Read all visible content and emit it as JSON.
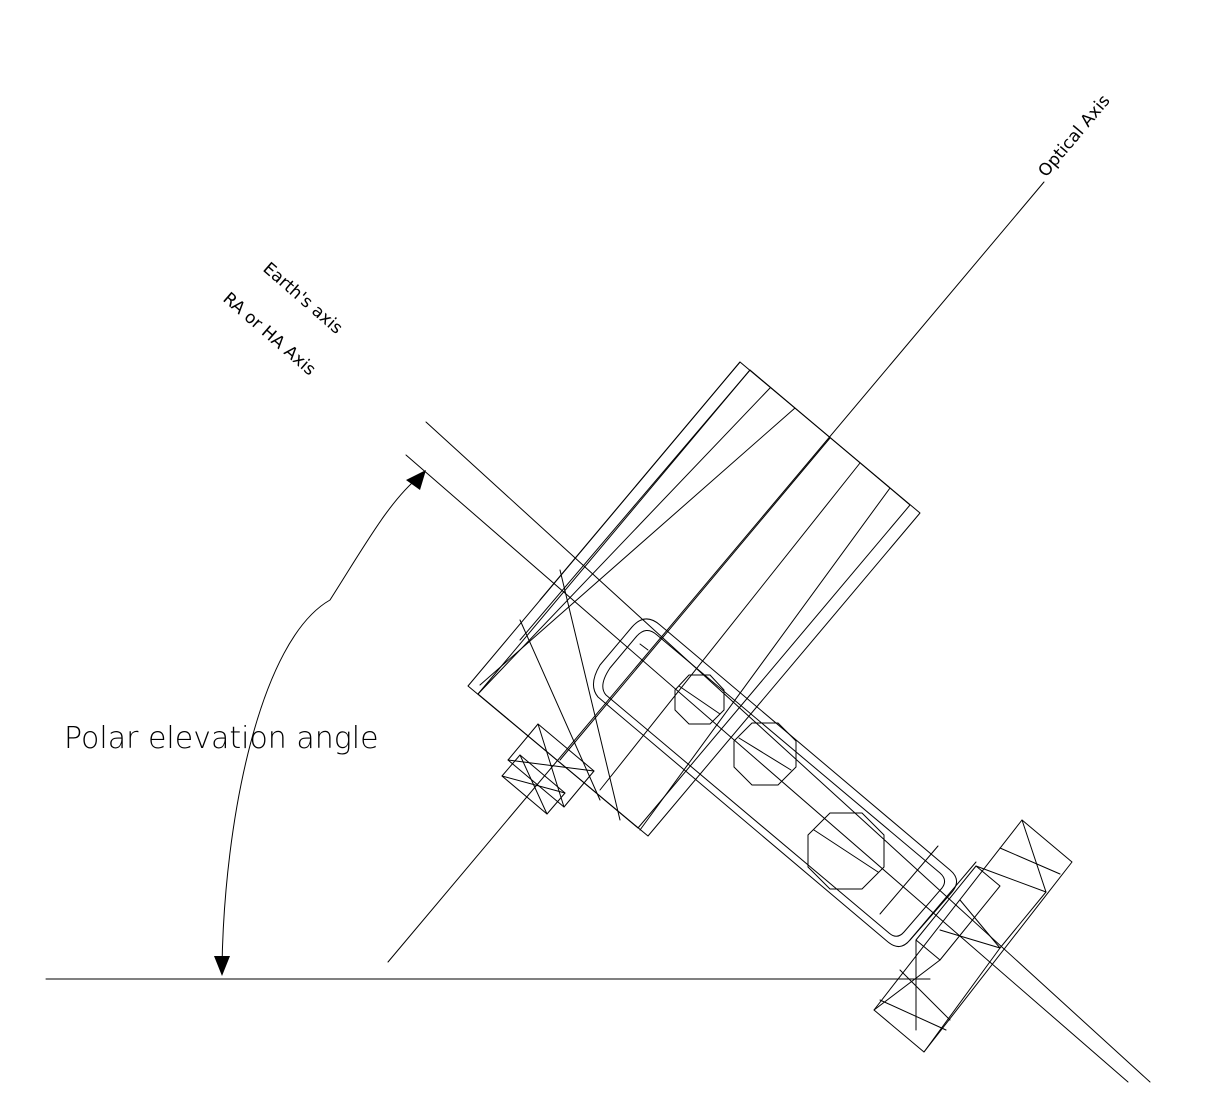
{
  "labels": {
    "optical_axis": "Optical Axis",
    "earths_axis": "Earth's axis",
    "ra_ha_axis": "RA or HA Axis",
    "polar_elevation_angle": "Polar elevation angle"
  },
  "colors": {
    "line": "#000000",
    "background": "#ffffff"
  }
}
